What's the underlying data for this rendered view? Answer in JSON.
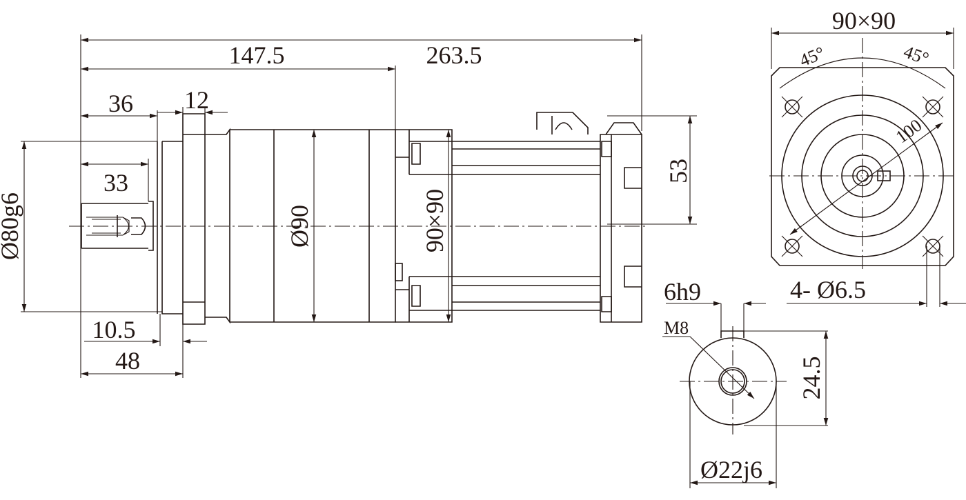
{
  "side_view": {
    "overall_length": "263.5",
    "gearbox_length": "147.5",
    "shaft_length": "36",
    "flange_thickness": "12",
    "key_length": "33",
    "pilot_diameter": "Ø80g6",
    "body_diameter": "Ø90",
    "motor_square": "90×90",
    "connector_height": "53",
    "pilot_depth": "10.5",
    "flange_offset": "48"
  },
  "front_view": {
    "square": "90×90",
    "angle_left": "45°",
    "angle_right": "45°",
    "bolt_circle": "100",
    "holes": "4- Ø6.5"
  },
  "shaft_view": {
    "key_width": "6h9",
    "thread": "M8",
    "key_height": "24.5",
    "shaft_diameter": "Ø22j6"
  }
}
